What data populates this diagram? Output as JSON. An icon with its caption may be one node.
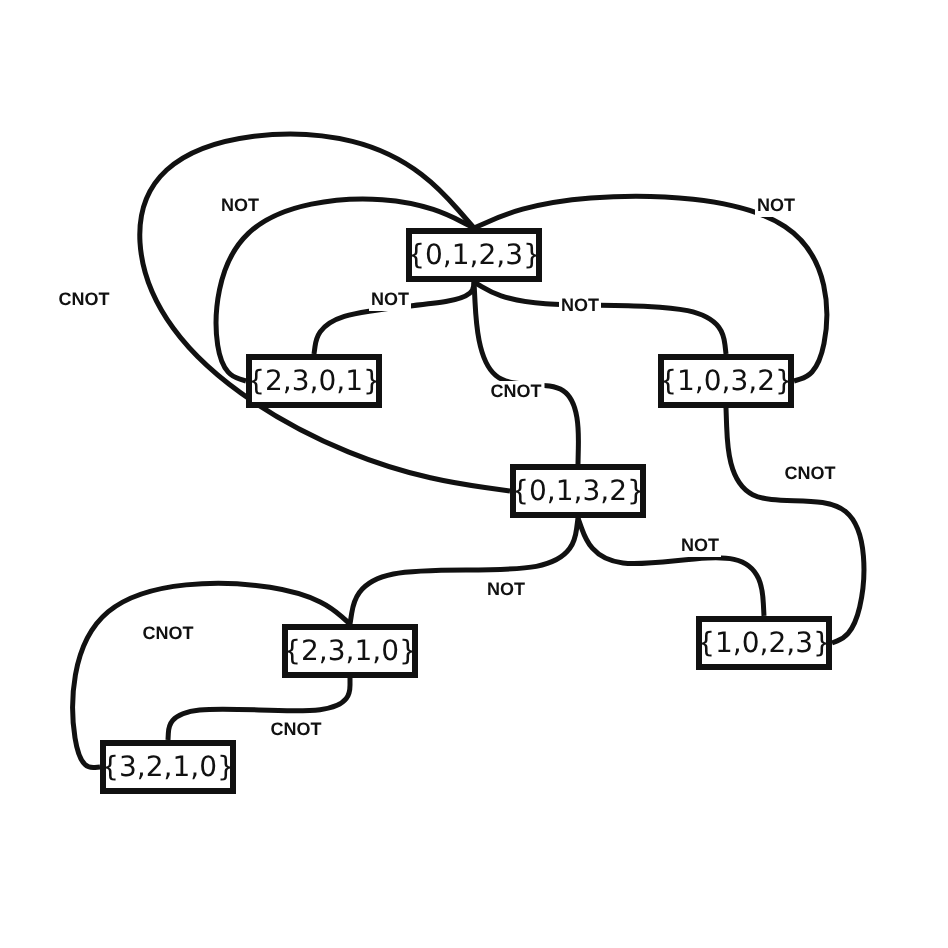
{
  "diagram": {
    "nodes": [
      {
        "text": [
          "{0,1,2,3}"
        ]
      },
      {
        "text": [
          "{2,3,0,1}"
        ]
      },
      {
        "text": [
          "{1,0,3,2}"
        ]
      },
      {
        "text": [
          "{0,1,3,2}"
        ]
      },
      {
        "text": [
          "{2,3,1,0}"
        ]
      },
      {
        "text": [
          "{1,0,2,3}"
        ]
      },
      {
        "text": [
          "{3,2,1,0}"
        ]
      }
    ],
    "edges": [
      {
        "from": 0,
        "to": 1,
        "arrow": "none",
        "label": "NOT"
      },
      {
        "from": 0,
        "to": 1,
        "arrow": "none",
        "label": "NOT"
      },
      {
        "from": 0,
        "to": 2,
        "arrow": "none",
        "label": "NOT"
      },
      {
        "from": 0,
        "to": 2,
        "arrow": "none",
        "label": "NOT"
      },
      {
        "from": 0,
        "to": 3,
        "arrow": "none",
        "label": "CNOT"
      },
      {
        "from": 0,
        "to": 3,
        "arrow": "none",
        "label": "CNOT"
      },
      {
        "from": 2,
        "to": 5,
        "arrow": "none",
        "label": "CNOT"
      },
      {
        "from": 3,
        "to": 4,
        "arrow": "none",
        "label": "NOT"
      },
      {
        "from": 3,
        "to": 5,
        "arrow": "none",
        "label": "NOT"
      },
      {
        "from": 4,
        "to": 6,
        "arrow": "none",
        "label": "CNOT"
      },
      {
        "from": 4,
        "to": 6,
        "arrow": "none",
        "label": "CNOT"
      }
    ]
  }
}
